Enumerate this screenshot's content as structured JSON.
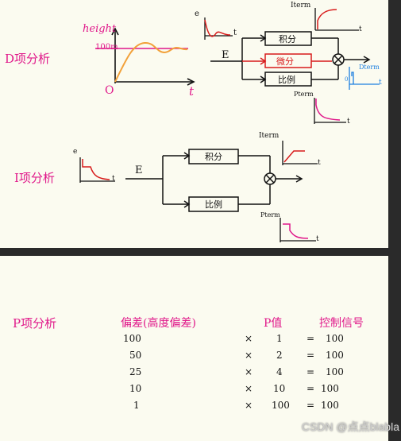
{
  "p_analysis_label": "P项分析",
  "d_analysis_label": "D项分析",
  "i_analysis_label": "I项分析",
  "d_section": {
    "height_axis_label": "height",
    "setpoint_label": "100m",
    "origin_label": "O",
    "time_label": "t",
    "input_label": "E",
    "error_axis_label": "e",
    "blocks": [
      "积分",
      "微分",
      "比例"
    ],
    "iterm_label": "Iterm",
    "dterm_label": "Dterm",
    "pterm_label": "Pterm",
    "dterm_origin": "0"
  },
  "i_section": {
    "error_axis_label": "e",
    "time_label": "t",
    "input_label": "E",
    "blocks": [
      "积分",
      "比例"
    ],
    "iterm_label": "Iterm",
    "pterm_label": "Pterm"
  },
  "table": {
    "headers": [
      "偏差(高度偏差)",
      "P值",
      "控制信号"
    ],
    "times": "×",
    "equals": "=",
    "rows": [
      [
        "100",
        "1",
        "100"
      ],
      [
        "50",
        "2",
        "100"
      ],
      [
        "25",
        "4",
        "100"
      ],
      [
        "10",
        "10",
        "100"
      ],
      [
        "1",
        "100",
        "100"
      ]
    ]
  },
  "watermark": "CSDN @点点blabla"
}
